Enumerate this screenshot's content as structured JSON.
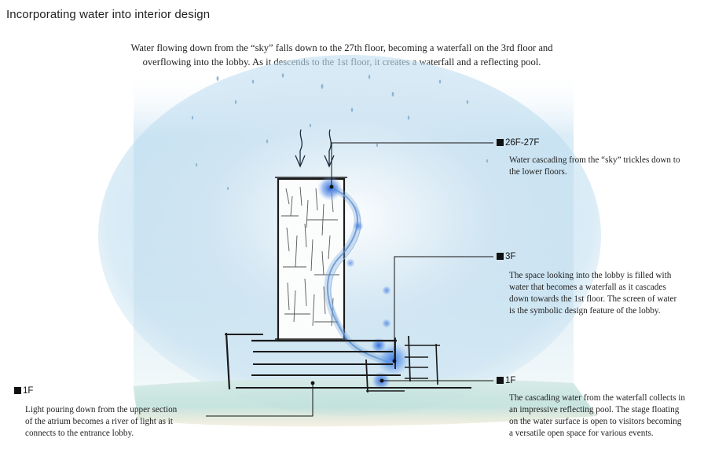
{
  "title": "Incorporating water into interior design",
  "intro": {
    "line1": "Water flowing down from the “sky” falls down to the 27th floor, becoming a waterfall on the 3rd floor and",
    "line2": "overflowing into the lobby. As it descends to the 1st floor, it creates a waterfall and a reflecting pool."
  },
  "callouts": {
    "top": {
      "label": "26F-27F",
      "desc_lines": [
        "Water cascading from the “sky” trickles down to",
        "the lower floors."
      ]
    },
    "third": {
      "label": "3F",
      "desc_lines": [
        "The space looking into the lobby is filled with",
        "water that becomes a waterfall as it cascades",
        "down towards the 1st floor. The screen of water",
        "is the symbolic design feature of the lobby."
      ]
    },
    "first_right": {
      "label": "1F",
      "desc_lines": [
        "The cascading water from the waterfall collects in",
        "an impressive reflecting pool. The stage floating",
        "on the water surface is open to visitors becoming",
        "a versatile open space for various events."
      ]
    },
    "first_left": {
      "label": "1F",
      "desc_lines": [
        "Light pouring down from the upper section",
        "of the atrium becomes a river of light as it",
        "connects to the entrance lobby."
      ]
    }
  },
  "colors": {
    "sky": "#bcdcef",
    "water_accent": "#3a78d8",
    "ground": "#cfe6e2",
    "ink": "#1a1a1a"
  }
}
